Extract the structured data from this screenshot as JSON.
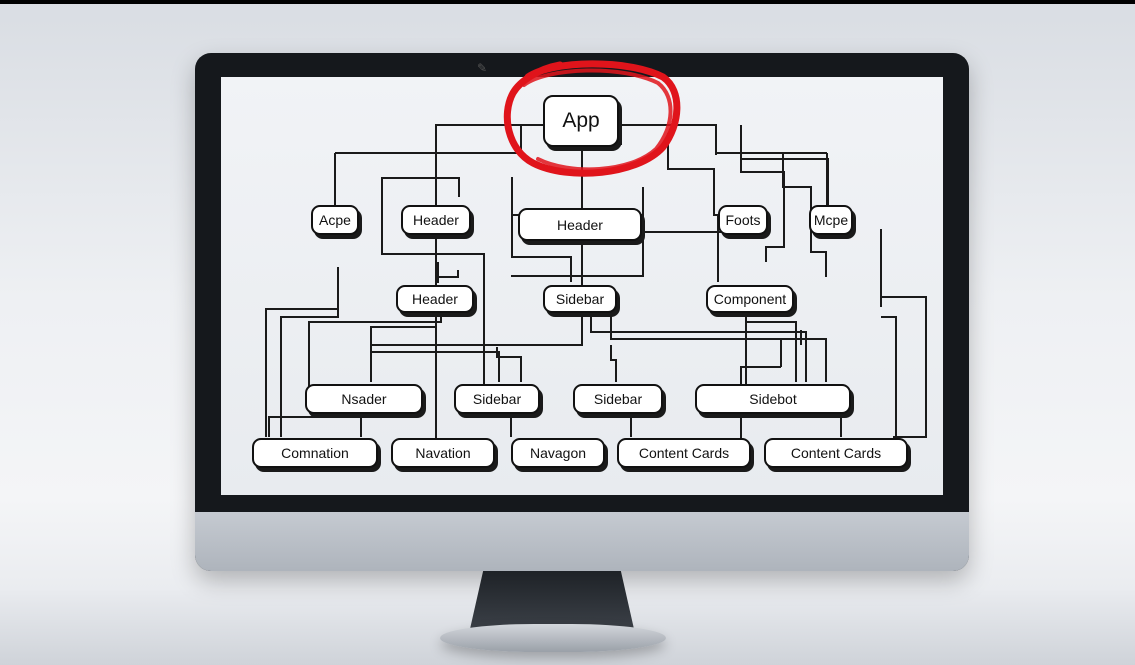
{
  "diagram": {
    "root": "App",
    "nodes": {
      "app": "App",
      "acpe": "Acpe",
      "header_top_left": "Header",
      "header_top_center": "Header",
      "foots": "Foots",
      "mcpe": "Mcpe",
      "header_mid": "Header",
      "sidebar_mid": "Sidebar",
      "component": "Component",
      "nsader": "Nsader",
      "sidebar_row3_a": "Sidebar",
      "sidebar_row3_b": "Sidebar",
      "sidebot": "Sidebot",
      "comnation": "Comnation",
      "navation": "Navation",
      "navagon": "Navagon",
      "content_cards_a": "Content Cards",
      "content_cards_b": "Content Cards"
    }
  },
  "colors": {
    "highlight": "#e0141b",
    "node_border": "#111111",
    "screen_bg": "#eef0f3",
    "bezel": "#15181c"
  }
}
